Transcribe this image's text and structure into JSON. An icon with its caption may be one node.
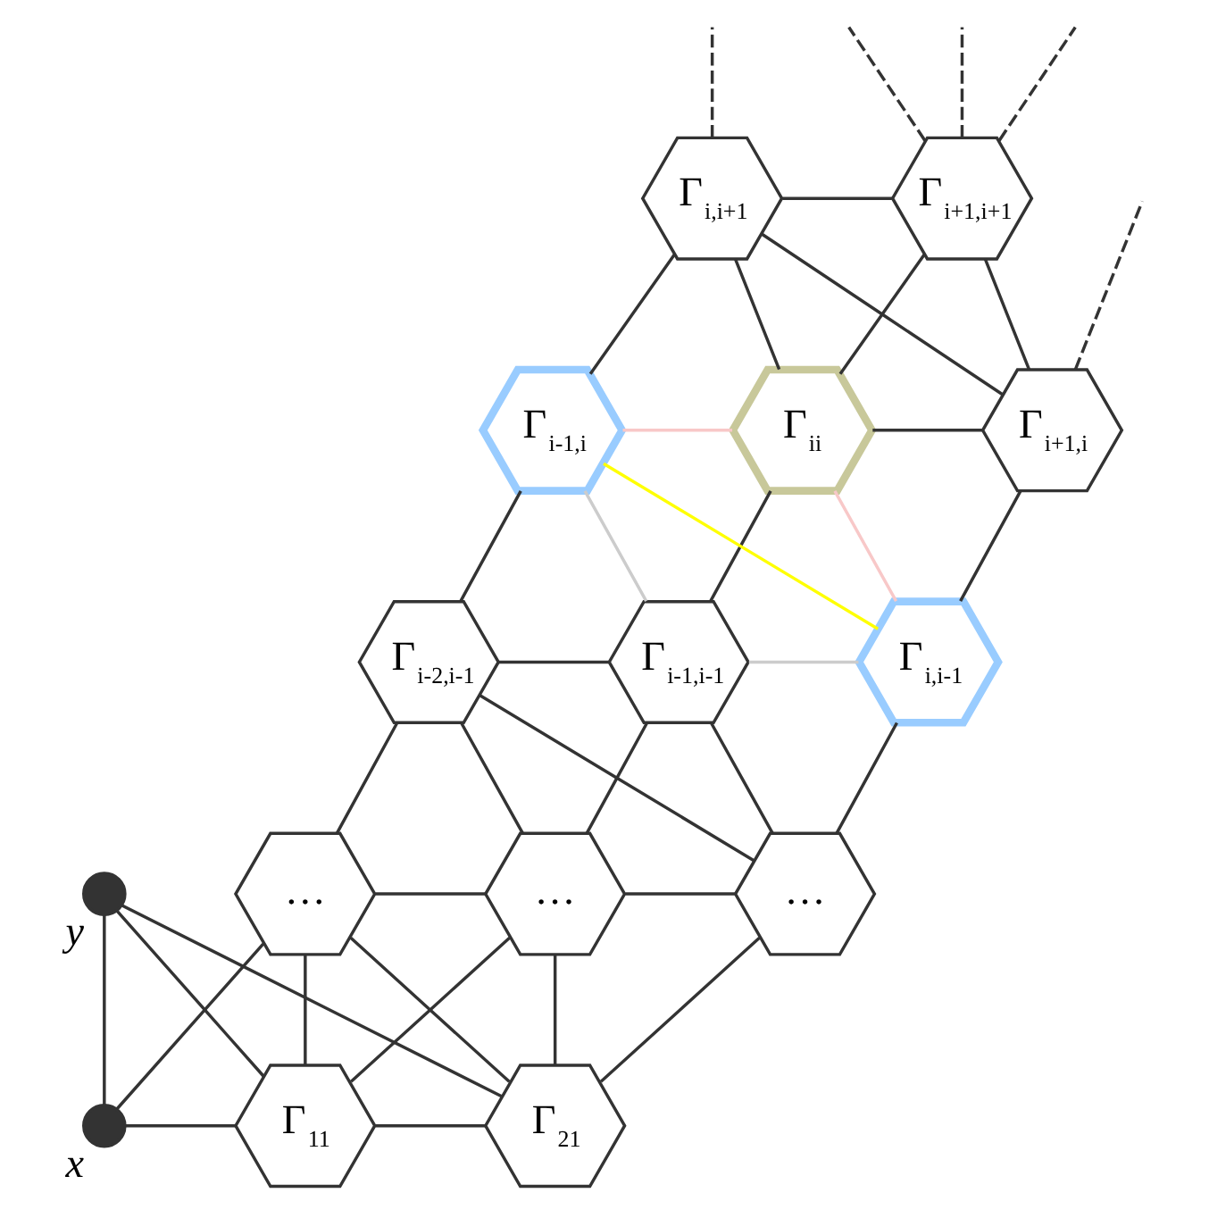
{
  "diagram": {
    "nodes": [
      {
        "text": [],
        "shape": "circle",
        "beside": [
          "x"
        ]
      },
      {
        "text": [],
        "shape": "circle",
        "beside": [
          "y"
        ]
      },
      {
        "text": [
          "Γ$_{11}$"
        ]
      },
      {
        "text": [
          "Γ$_{21}$"
        ]
      },
      {
        "text": [
          "…"
        ]
      },
      {
        "text": [
          "…"
        ]
      },
      {
        "text": [
          "…"
        ]
      },
      {
        "text": [
          "Γ$_{i-2,i-1}$"
        ]
      },
      {
        "text": [
          "Γ$_{i-1,i-1}$"
        ]
      },
      {
        "text": [
          "Γ$_{i,i-1}$"
        ]
      },
      {
        "text": [
          "Γ$_{i-1,i}$"
        ]
      },
      {
        "text": [
          "Γ$_{ii}$"
        ]
      },
      {
        "text": [
          "Γ$_{i+1,i}$"
        ]
      },
      {
        "text": [
          "Γ$_{i,i+1}$"
        ]
      },
      {
        "text": [
          "Γ$_{i+1,i+1}$"
        ]
      }
    ],
    "edges": [
      {
        "from": 0,
        "to": 1,
        "arrow": "none"
      },
      {
        "from": 0,
        "to": 2,
        "arrow": "none"
      },
      {
        "from": 0,
        "to": 4,
        "arrow": "none"
      },
      {
        "from": 1,
        "to": 2,
        "arrow": "none"
      },
      {
        "from": 1,
        "to": 3,
        "arrow": "none"
      },
      {
        "from": 2,
        "to": 3,
        "arrow": "none"
      },
      {
        "from": 2,
        "to": 4,
        "arrow": "none"
      },
      {
        "from": 2,
        "to": 5,
        "arrow": "none"
      },
      {
        "from": 3,
        "to": 4,
        "arrow": "none"
      },
      {
        "from": 3,
        "to": 5,
        "arrow": "none"
      },
      {
        "from": 3,
        "to": 6,
        "arrow": "none"
      },
      {
        "from": 4,
        "to": 5,
        "arrow": "none"
      },
      {
        "from": 5,
        "to": 6,
        "arrow": "none"
      },
      {
        "from": 4,
        "to": 7,
        "arrow": "none"
      },
      {
        "from": 5,
        "to": 7,
        "arrow": "none"
      },
      {
        "from": 5,
        "to": 8,
        "arrow": "none"
      },
      {
        "from": 6,
        "to": 7,
        "arrow": "none"
      },
      {
        "from": 6,
        "to": 8,
        "arrow": "none"
      },
      {
        "from": 6,
        "to": 9,
        "arrow": "none"
      },
      {
        "from": 7,
        "to": 8,
        "arrow": "none"
      },
      {
        "from": 8,
        "to": 9,
        "arrow": "none",
        "color": "#cccccc"
      },
      {
        "from": 7,
        "to": 10,
        "arrow": "none"
      },
      {
        "from": 8,
        "to": 10,
        "arrow": "none",
        "color": "#cccccc"
      },
      {
        "from": 8,
        "to": 11,
        "arrow": "none"
      },
      {
        "from": 10,
        "to": 9,
        "arrow": "none",
        "color": "#ffff00"
      },
      {
        "from": 9,
        "to": 11,
        "arrow": "none",
        "color": "#f8c8c8"
      },
      {
        "from": 9,
        "to": 12,
        "arrow": "none"
      },
      {
        "from": 10,
        "to": 11,
        "arrow": "none",
        "color": "#f8c8c8"
      },
      {
        "from": 11,
        "to": 12,
        "arrow": "none"
      },
      {
        "from": 10,
        "to": 13,
        "arrow": "none"
      },
      {
        "from": 11,
        "to": 13,
        "arrow": "none"
      },
      {
        "from": 11,
        "to": 14,
        "arrow": "none"
      },
      {
        "from": 13,
        "to": 12,
        "arrow": "none"
      },
      {
        "from": 12,
        "to": 14,
        "arrow": "none"
      },
      {
        "from": 13,
        "to": 14,
        "arrow": "none"
      },
      {
        "from": 12,
        "to": null,
        "arrow": "none",
        "style": "dashed"
      },
      {
        "from": 13,
        "to": null,
        "arrow": "none",
        "style": "dashed"
      },
      {
        "from": 14,
        "to": null,
        "arrow": "none",
        "style": "dashed"
      },
      {
        "from": 14,
        "to": null,
        "arrow": "none",
        "style": "dashed"
      },
      {
        "from": 14,
        "to": null,
        "arrow": "none",
        "style": "dashed"
      }
    ]
  }
}
